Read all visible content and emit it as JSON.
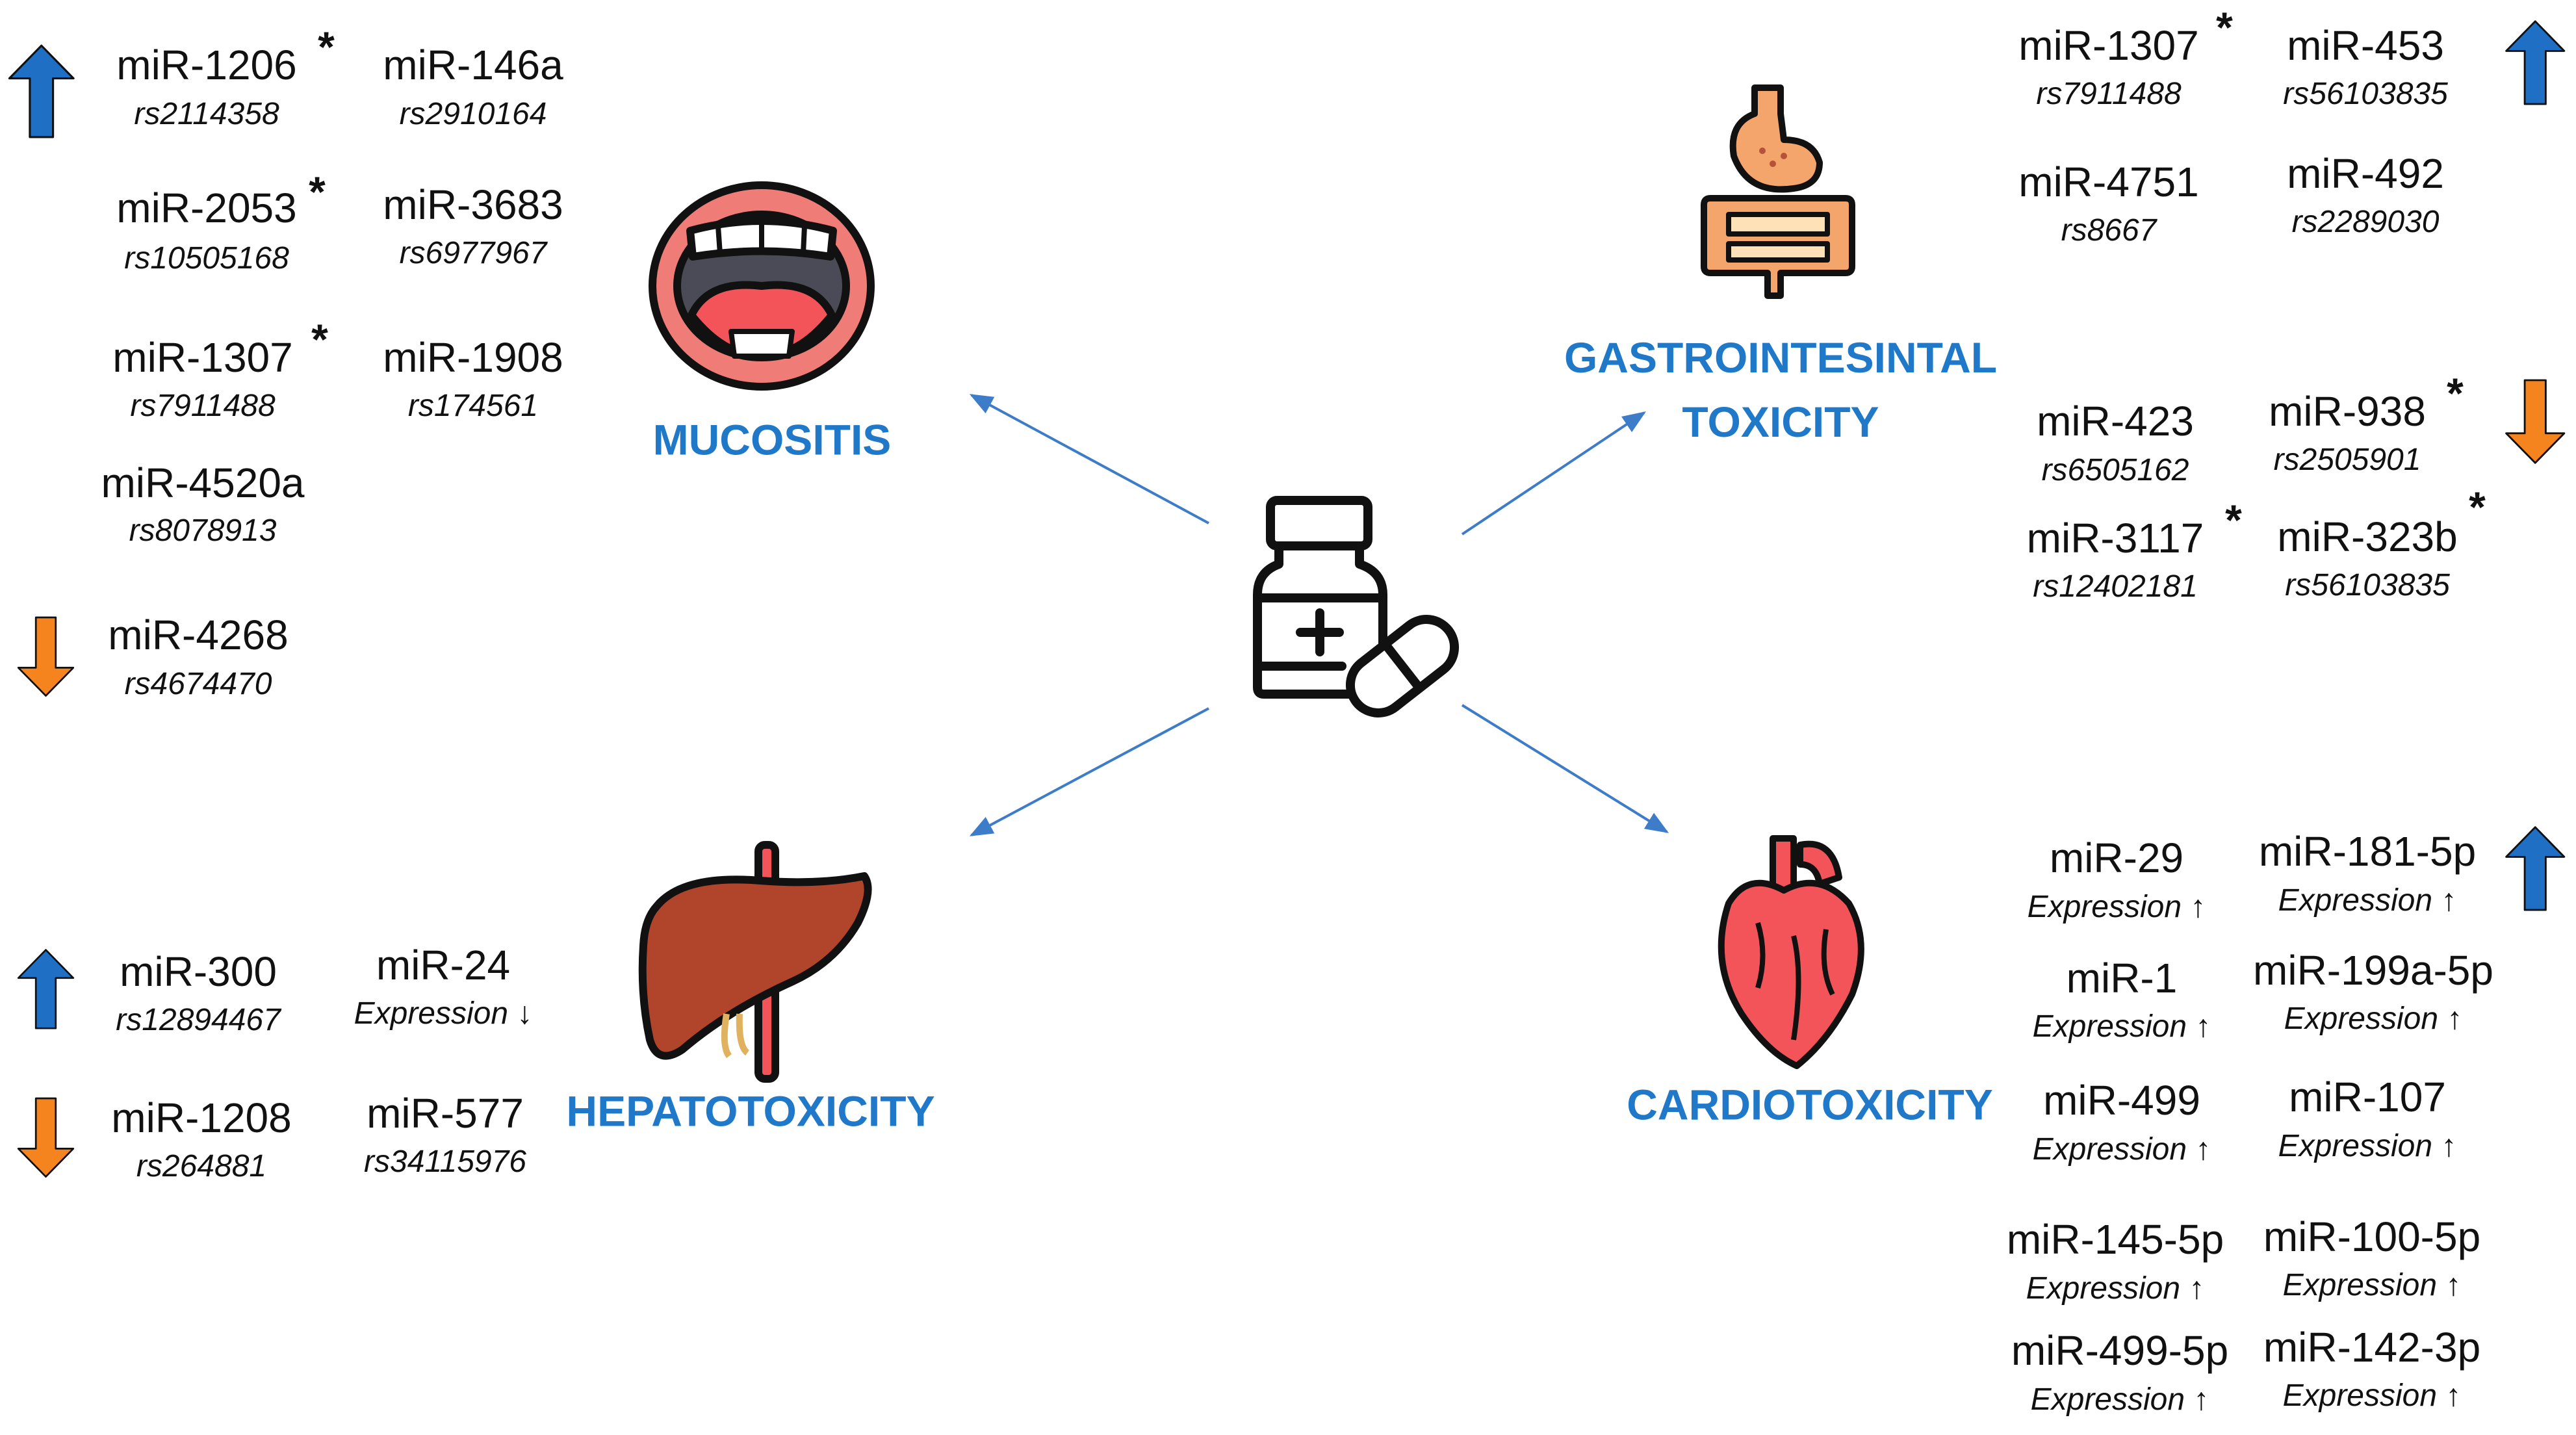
{
  "sections": [
    {
      "id": "mucositis",
      "title": "MUCOSITIS",
      "entries": [
        {
          "mir": "miR-1206",
          "sub": "rs2114358",
          "star": true
        },
        {
          "mir": "miR-146a",
          "sub": "rs2910164",
          "star": false
        },
        {
          "mir": "miR-2053",
          "sub": "rs10505168",
          "star": true
        },
        {
          "mir": "miR-3683",
          "sub": "rs6977967",
          "star": false
        },
        {
          "mir": "miR-1307",
          "sub": "rs7911488",
          "star": true
        },
        {
          "mir": "miR-1908",
          "sub": "rs174561",
          "star": false
        },
        {
          "mir": "miR-4520a",
          "sub": "rs8078913",
          "star": false
        },
        {
          "mir": "miR-4268",
          "sub": "rs4674470",
          "star": false
        }
      ]
    },
    {
      "id": "gastrointestinal",
      "title": "GASTROINTESINTAL\nTOXICITY",
      "entries": [
        {
          "mir": "miR-1307",
          "sub": "rs7911488",
          "star": true
        },
        {
          "mir": "miR-453",
          "sub": "rs56103835",
          "star": false
        },
        {
          "mir": "miR-4751",
          "sub": "rs8667",
          "star": false
        },
        {
          "mir": "miR-492",
          "sub": "rs2289030",
          "star": false
        },
        {
          "mir": "miR-423",
          "sub": "rs6505162",
          "star": false
        },
        {
          "mir": "miR-938",
          "sub": "rs2505901",
          "star": true
        },
        {
          "mir": "miR-3117",
          "sub": "rs12402181",
          "star": true
        },
        {
          "mir": "miR-323b",
          "sub": "rs56103835",
          "star": true
        }
      ]
    },
    {
      "id": "hepatotoxicity",
      "title": "HEPATOTOXICITY",
      "entries": [
        {
          "mir": "miR-300",
          "sub": "rs12894467",
          "star": false
        },
        {
          "mir": "miR-24",
          "sub": "Expression ↓",
          "star": false
        },
        {
          "mir": "miR-1208",
          "sub": "rs264881",
          "star": false
        },
        {
          "mir": "miR-577",
          "sub": "rs34115976",
          "star": false
        }
      ]
    },
    {
      "id": "cardiotoxicity",
      "title": "CARDIOTOXICITY",
      "entries": [
        {
          "mir": "miR-29",
          "sub": "Expression ↑",
          "star": false
        },
        {
          "mir": "miR-181-5p",
          "sub": "Expression ↑",
          "star": false
        },
        {
          "mir": "miR-1",
          "sub": "Expression ↑",
          "star": false
        },
        {
          "mir": "miR-199a-5p",
          "sub": "Expression ↑",
          "star": false
        },
        {
          "mir": "miR-499",
          "sub": "Expression ↑",
          "star": false
        },
        {
          "mir": "miR-107",
          "sub": "Expression ↑",
          "star": false
        },
        {
          "mir": "miR-145-5p",
          "sub": "Expression ↑",
          "star": false
        },
        {
          "mir": "miR-100-5p",
          "sub": "Expression ↑",
          "star": false
        },
        {
          "mir": "miR-499-5p",
          "sub": "Expression ↑",
          "star": false
        },
        {
          "mir": "miR-142-3p",
          "sub": "Expression ↑",
          "star": false
        }
      ]
    }
  ],
  "colors": {
    "title": "#1f78c8",
    "arrow_up": "#1f6fc4",
    "arrow_down": "#f5841f",
    "connector": "#3d7cc9"
  },
  "icons": [
    "medicine-bottle-icon",
    "pill-icon",
    "mouth-icon",
    "digestive-system-icon",
    "liver-icon",
    "heart-icon"
  ]
}
